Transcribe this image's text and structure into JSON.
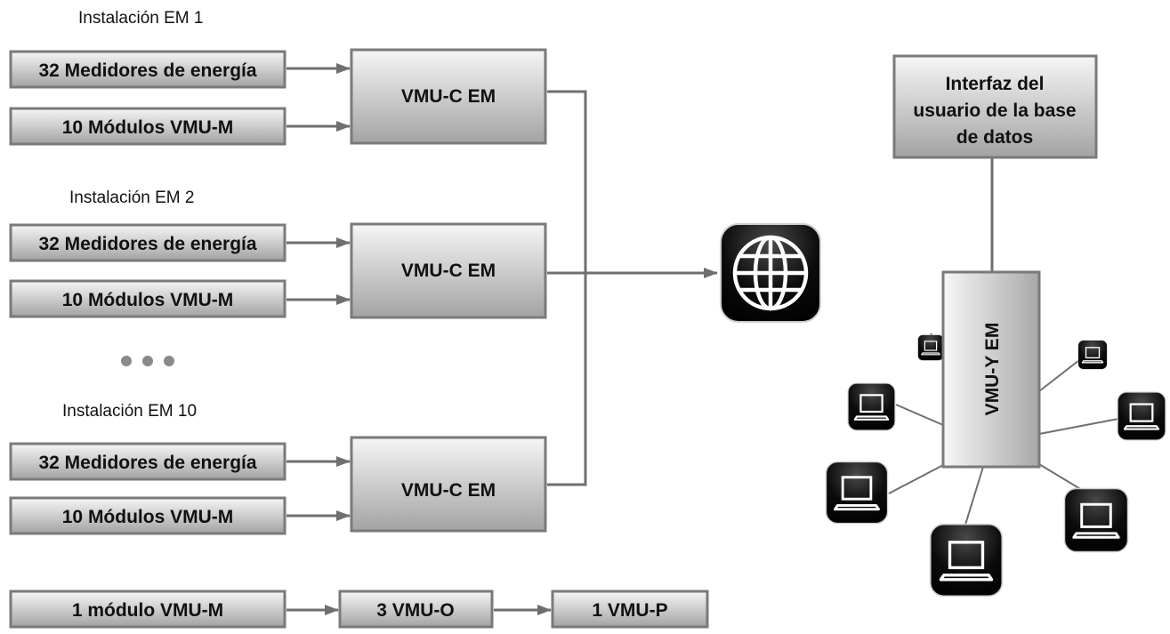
{
  "installations": [
    {
      "title": "Instalación EM 1",
      "meters_label": "32 Medidores de energía",
      "modules_label": "10 Módulos VMU-M",
      "controller_label": "VMU-C EM"
    },
    {
      "title": "Instalación EM 2",
      "meters_label": "32 Medidores de energía",
      "modules_label": "10 Módulos VMU-M",
      "controller_label": "VMU-C EM"
    },
    {
      "title": "Instalación EM 10",
      "meters_label": "32 Medidores de energía",
      "modules_label": "10 Módulos VMU-M",
      "controller_label": "VMU-C EM"
    }
  ],
  "ellipsis_dots": 3,
  "chain": [
    "1 módulo VMU-M",
    "3 VMU-O",
    "1 VMU-P"
  ],
  "database_ui": {
    "lines": [
      "Interfaz del",
      "usuario de la base",
      "de datos"
    ]
  },
  "server_label": "VMU-Y EM",
  "icons": {
    "internet": "globe-icon",
    "client": "laptop-icon"
  },
  "colors": {
    "line": "#6f6f6f",
    "box_border": "#7a7a7a",
    "box_light": "#f4f4f4",
    "box_dark": "#9a9a9a",
    "icon_bg": "#000000"
  }
}
